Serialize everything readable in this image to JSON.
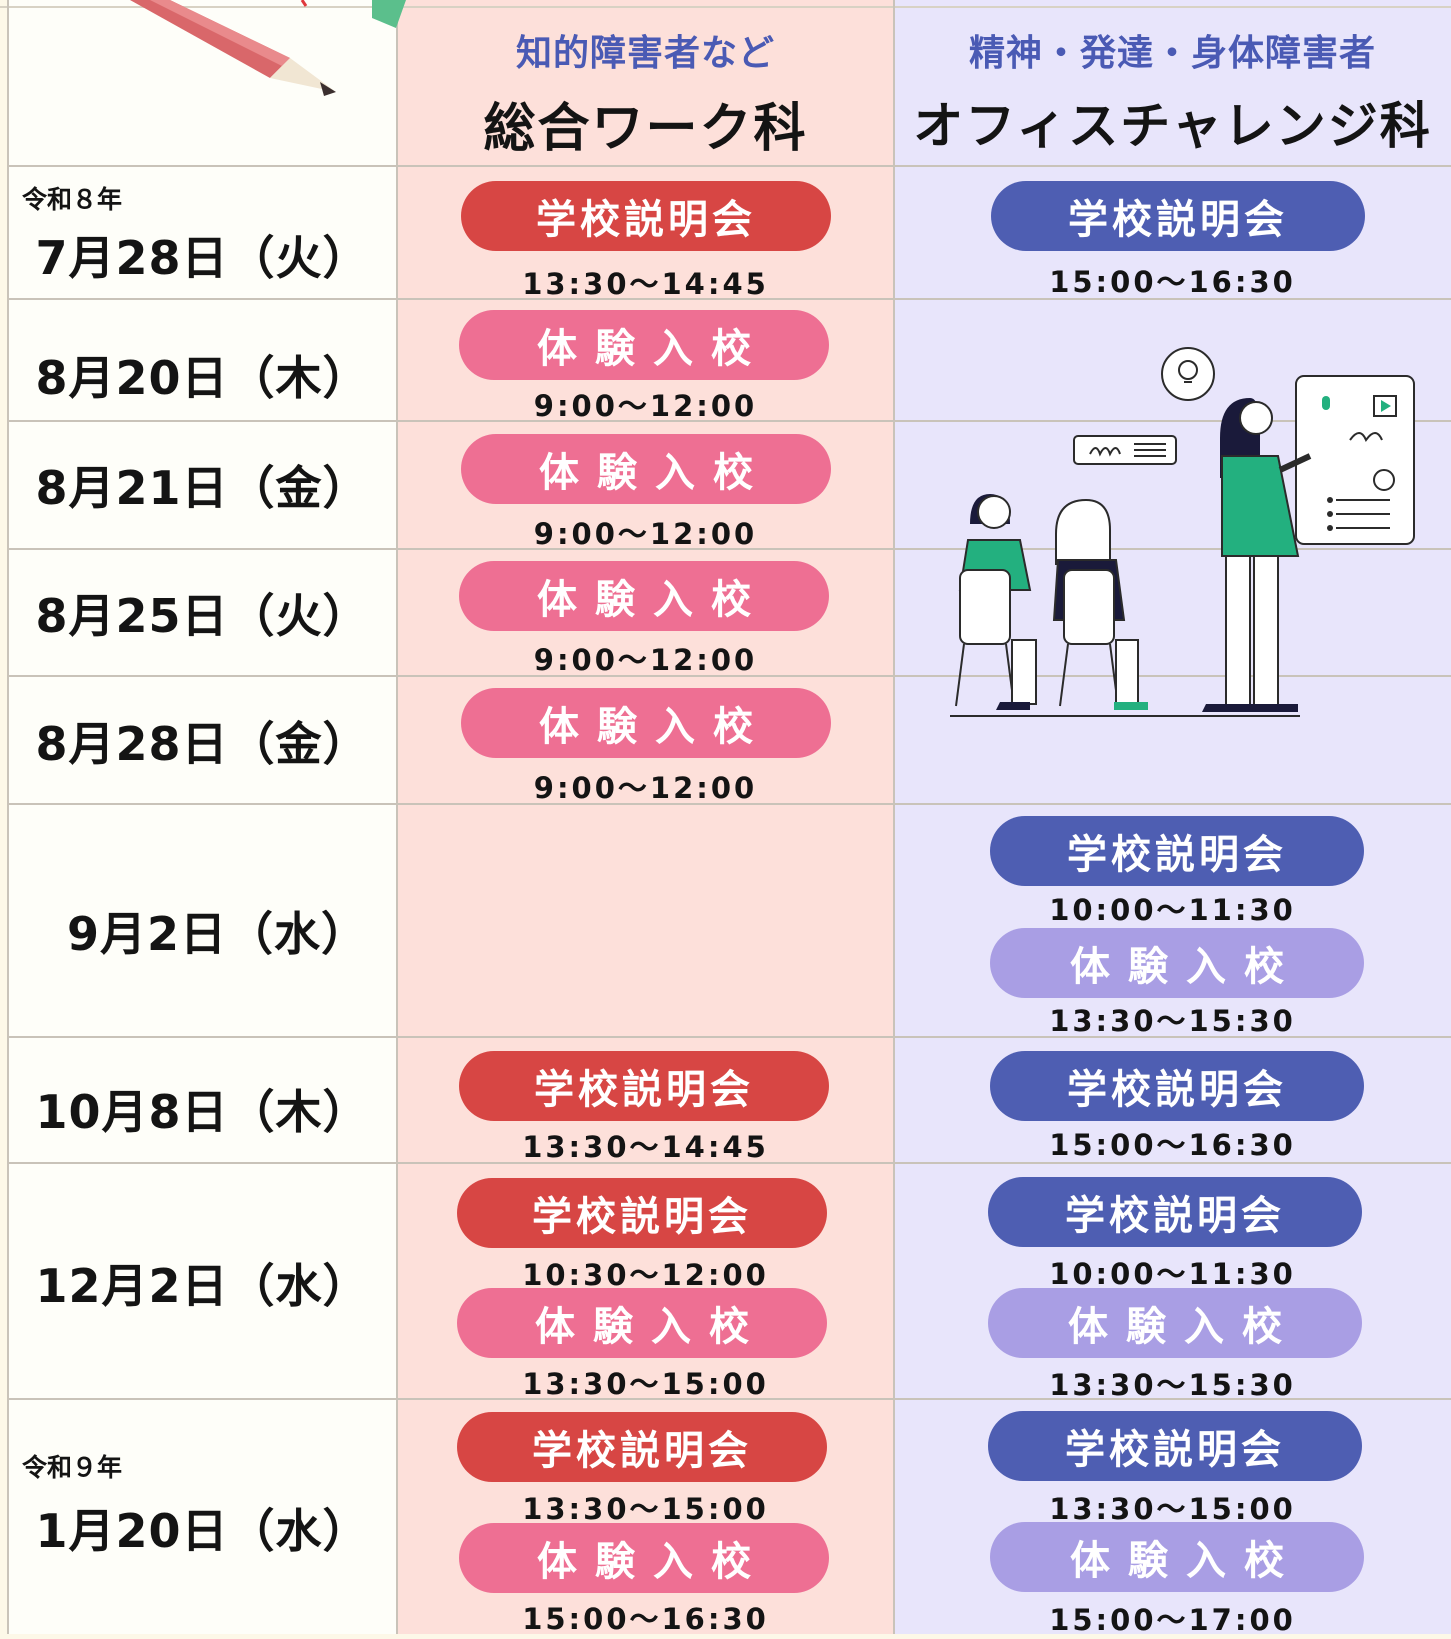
{
  "header": {
    "col_a_sub": "知的障害者など",
    "col_a_main": "総合ワーク科",
    "col_b_sub": "精神・発達・身体障害者",
    "col_b_main": "オフィスチャレンジ科"
  },
  "labels": {
    "info": "学校説明会",
    "trial": "体験入校"
  },
  "colors": {
    "info_a": "#d74644",
    "trial_a": "#ee6f93",
    "info_b": "#4e5eb2",
    "trial_b": "#a99ee4"
  },
  "rows": [
    {
      "era": "令和８年",
      "date": "7月28日（火）",
      "a1": "13:30〜14:45",
      "b1": "15:00〜16:30"
    },
    {
      "date": "8月20日（木）",
      "a1": "9:00〜12:00"
    },
    {
      "date": "8月21日（金）",
      "a1": "9:00〜12:00"
    },
    {
      "date": "8月25日（火）",
      "a1": "9:00〜12:00"
    },
    {
      "date": "8月28日（金）",
      "a1": "9:00〜12:00"
    },
    {
      "date": "9月2日（水）",
      "b1": "10:00〜11:30",
      "b2": "13:30〜15:30"
    },
    {
      "date": "10月8日（木）",
      "a1": "13:30〜14:45",
      "b1": "15:00〜16:30"
    },
    {
      "date": "12月2日（水）",
      "a1": "10:30〜12:00",
      "a2": "13:30〜15:00",
      "b1": "10:00〜11:30",
      "b2": "13:30〜15:30"
    },
    {
      "era": "令和９年",
      "date": "1月20日（水）",
      "a1": "13:30〜15:00",
      "a2": "15:00〜16:30",
      "b1": "13:30〜15:00",
      "b2": "15:00〜17:00"
    }
  ]
}
